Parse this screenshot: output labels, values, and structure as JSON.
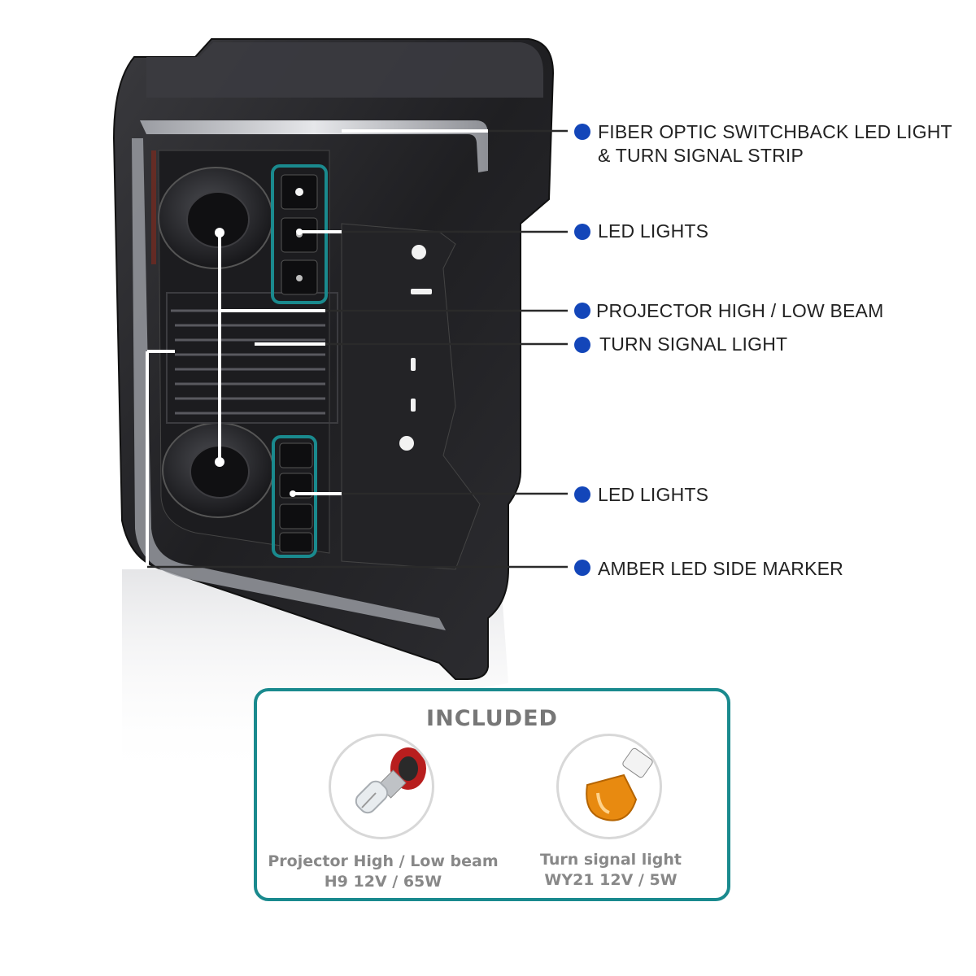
{
  "colors": {
    "accent_teal": "#1a8a8e",
    "dot_blue": "#1346b9",
    "housing": "#2a2a2d",
    "amber": "#e88a10"
  },
  "callouts": [
    {
      "line1": "FIBER OPTIC SWITCHBACK LED LIGHT",
      "line2": "& TURN SIGNAL STRIP"
    },
    {
      "line1": "LED LIGHTS"
    },
    {
      "line1": "PROJECTOR HIGH / LOW BEAM"
    },
    {
      "line1": "TURN SIGNAL LIGHT"
    },
    {
      "line1": "LED LIGHTS"
    },
    {
      "line1": "AMBER LED SIDE MARKER"
    }
  ],
  "included": {
    "title": "INCLUDED",
    "items": [
      {
        "line1": "Projector High / Low beam",
        "line2": "H9 12V / 65W",
        "icon": "halogen-bulb-icon"
      },
      {
        "line1": "Turn signal light",
        "line2": "WY21 12V / 5W",
        "icon": "amber-bulb-icon"
      }
    ]
  }
}
